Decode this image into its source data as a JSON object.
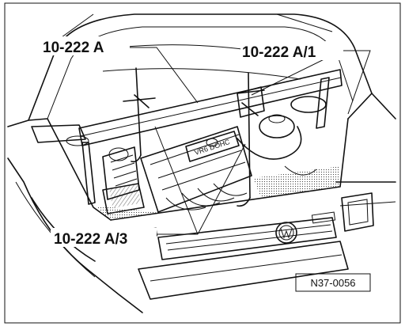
{
  "callouts": {
    "tool_main": "10-222 A",
    "tool_part1": "10-222 A/1",
    "tool_part3": "10-222 A/3"
  },
  "reference_code": "N37-0056",
  "engine_badge": "VR6 DOHC"
}
